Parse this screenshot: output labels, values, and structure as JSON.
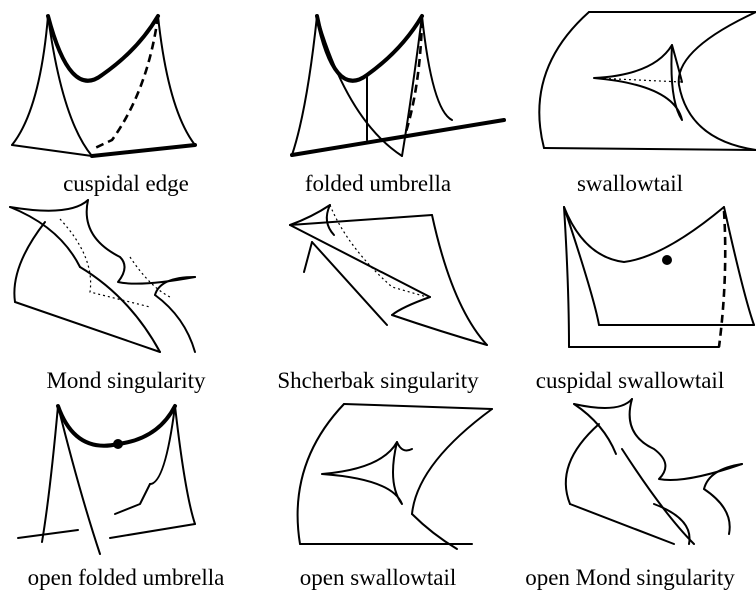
{
  "figure": {
    "panels": [
      {
        "id": "cuspidal-edge",
        "caption": "cuspidal edge"
      },
      {
        "id": "folded-umbrella",
        "caption": "folded umbrella"
      },
      {
        "id": "swallowtail",
        "caption": "swallowtail"
      },
      {
        "id": "mond-singularity",
        "caption": "Mond singularity"
      },
      {
        "id": "shcherbak-singularity",
        "caption": "Shcherbak singularity"
      },
      {
        "id": "cuspidal-swallowtail",
        "caption": "cuspidal swallowtail"
      },
      {
        "id": "open-folded-umbrella",
        "caption": "open folded umbrella"
      },
      {
        "id": "open-swallowtail",
        "caption": "open swallowtail"
      },
      {
        "id": "open-mond-singularity",
        "caption": "open Mond singularity"
      }
    ]
  }
}
